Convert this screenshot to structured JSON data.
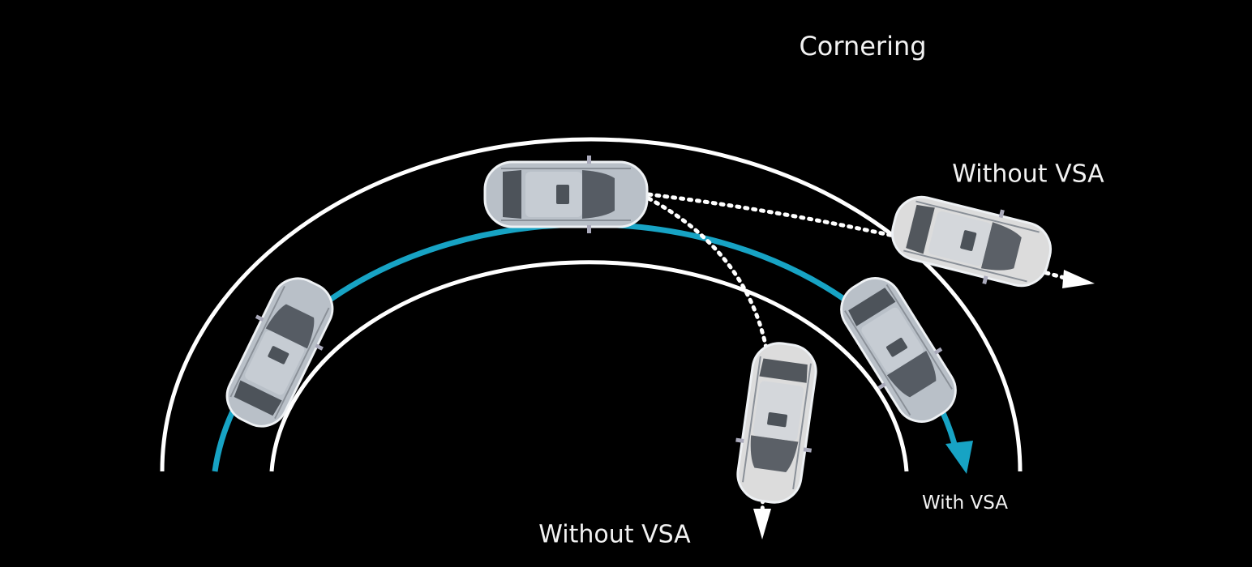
{
  "title": "Cornering",
  "labels": {
    "without_vsa_top": "Without VSA",
    "with_vsa": "With VSA",
    "without_vsa_bottom": "Without VSA"
  },
  "colors": {
    "background": "#000000",
    "road_edge": "#ffffff",
    "vsa_path": "#17a3c4",
    "car_body": "#b9c0c8",
    "skid_car_body": "#dcdcdc"
  }
}
